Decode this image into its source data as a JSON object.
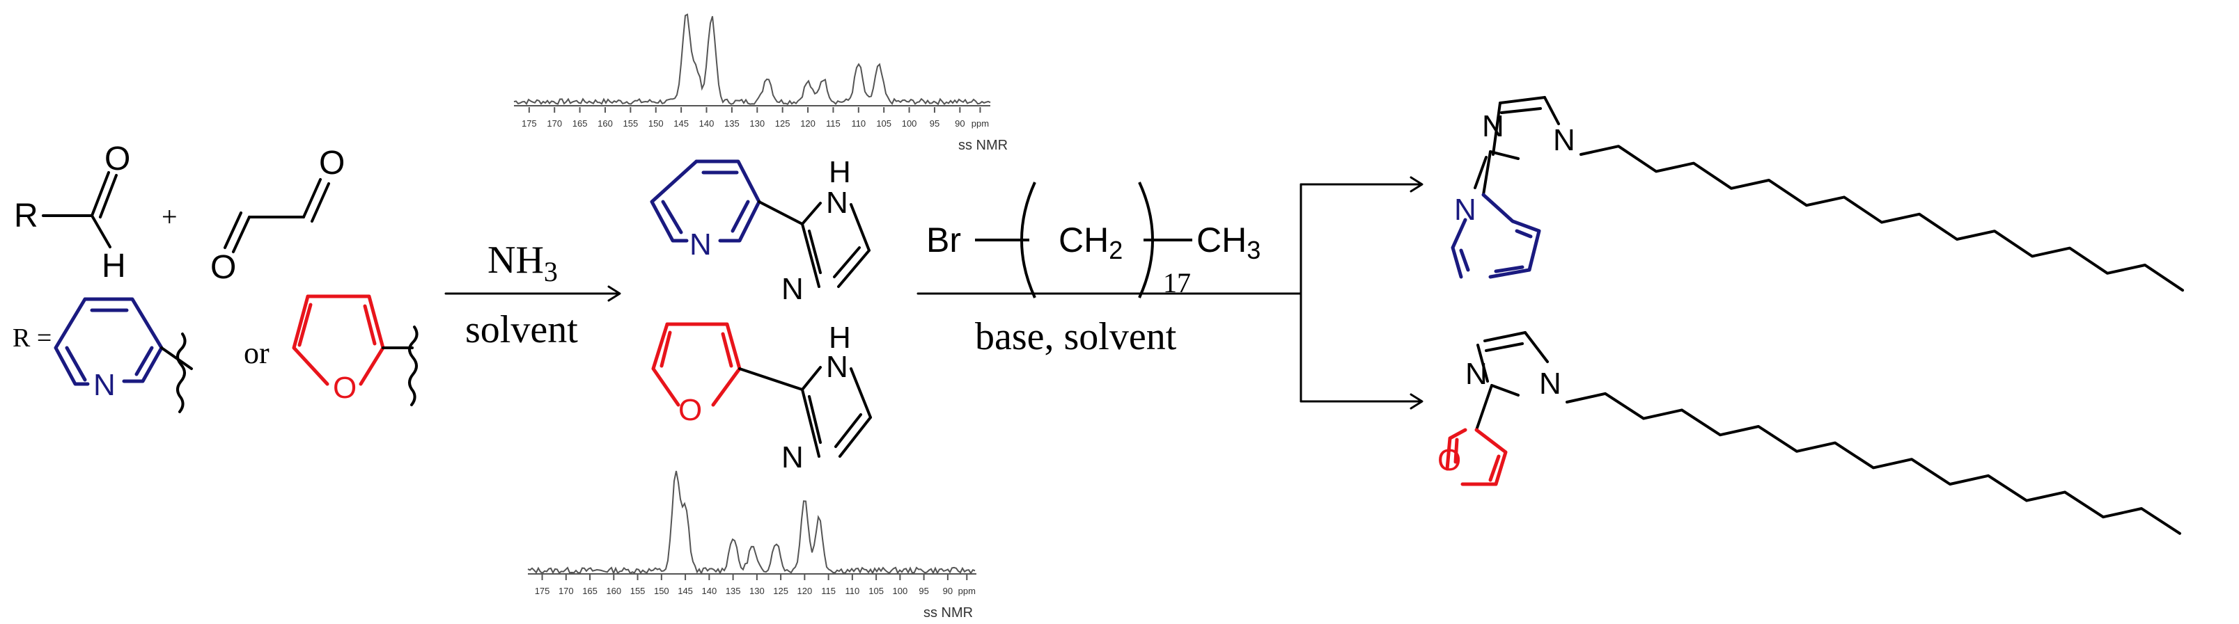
{
  "colors": {
    "ink": "#000000",
    "pyridine": "#1a1a80",
    "furan": "#e8141b",
    "spectrum": "#555555"
  },
  "reactants": {
    "r_atom": "R",
    "aldehyde_o": "O",
    "aldehyde_h": "H",
    "plus": "+",
    "glyoxal_o1": "O",
    "glyoxal_o2": "O",
    "r_def": "R =",
    "or_text": "or",
    "pyridine_n": "N",
    "furan_o": "O"
  },
  "step1": {
    "reagent_top": "NH",
    "reagent_sub": "3",
    "reagent_bottom": "solvent"
  },
  "intermediates": {
    "py_n": "N",
    "py_im_nh": "N",
    "py_im_h": "H",
    "py_im_n": "N",
    "fu_o": "O",
    "fu_im_nh": "N",
    "fu_im_h": "H",
    "fu_im_n": "N"
  },
  "spectra": {
    "ticks": [
      "175",
      "170",
      "165",
      "160",
      "155",
      "150",
      "145",
      "140",
      "135",
      "130",
      "125",
      "120",
      "115",
      "110",
      "105",
      "100",
      "95",
      "90",
      "ppm"
    ],
    "label": "ss NMR",
    "top_peaks": [
      {
        "ppm": 144,
        "h": 1.0
      },
      {
        "ppm": 142,
        "h": 0.35
      },
      {
        "ppm": 139,
        "h": 0.95
      },
      {
        "ppm": 128,
        "h": 0.28
      },
      {
        "ppm": 120,
        "h": 0.22
      },
      {
        "ppm": 117,
        "h": 0.26
      },
      {
        "ppm": 110,
        "h": 0.42
      },
      {
        "ppm": 106,
        "h": 0.4
      }
    ],
    "bottom_peaks": [
      {
        "ppm": 147,
        "h": 1.0
      },
      {
        "ppm": 145,
        "h": 0.65
      },
      {
        "ppm": 135,
        "h": 0.35
      },
      {
        "ppm": 131,
        "h": 0.25
      },
      {
        "ppm": 126,
        "h": 0.3
      },
      {
        "ppm": 120,
        "h": 0.75
      },
      {
        "ppm": 117,
        "h": 0.55
      }
    ]
  },
  "step2": {
    "br": "Br",
    "ch2": "CH",
    "ch2_sub": "2",
    "ch3": "CH",
    "ch3_sub": "3",
    "repeat": "17",
    "conditions": "base, solvent"
  },
  "products": {
    "py_n": "N",
    "py_im_n3": "N",
    "py_im_n1": "N",
    "fu_o": "O",
    "fu_im_n3": "N",
    "fu_im_n1": "N"
  }
}
